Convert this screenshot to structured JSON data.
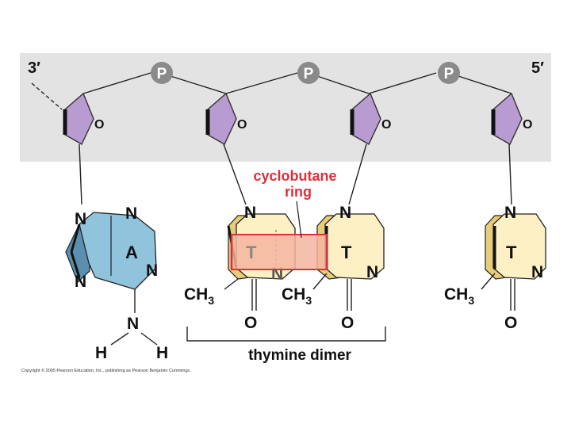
{
  "strand": {
    "end_left": "3′",
    "end_right": "5′",
    "phosphate_label": "P",
    "sugar_ring_oxygen": "O"
  },
  "bases": {
    "adenine": {
      "letter": "A",
      "n_top_left": "N",
      "n_top_right": "N",
      "n_right": "N",
      "n_bottom_left": "N",
      "amine_n": "N",
      "amine_h_left": "H",
      "amine_h_right": "H"
    },
    "thymine_1": {
      "letter": "T",
      "n_top": "N",
      "n_bottom": "N",
      "methyl": "CH",
      "methyl_sub": "3",
      "carbonyl_o": "O"
    },
    "thymine_2": {
      "letter": "T",
      "n_top": "N",
      "n_right": "N",
      "methyl": "CH",
      "methyl_sub": "3",
      "carbonyl_o": "O"
    },
    "thymine_3": {
      "letter": "T",
      "n_top": "N",
      "n_right": "N",
      "methyl": "CH",
      "methyl_sub": "3",
      "carbonyl_o": "O"
    }
  },
  "annotations": {
    "cyclobutane_line1": "cyclobutane",
    "cyclobutane_line2": "ring",
    "dimer_label": "thymine dimer"
  },
  "copyright": "Copyright © 2005 Pearson Education, Inc., publishing as Pearson Benjamin Cummings.",
  "colors": {
    "backbone_band": "#e3e3e3",
    "phosphate": "#8a8a8a",
    "sugar": "#b89bd0",
    "adenine": "#8fc4dc",
    "thymine": "#fdf0c4",
    "thymine_shadow": "#e8cc7a",
    "cyclobutane_fill": "#f5b5a0",
    "cyclobutane_stroke": "#d8323c",
    "annotation_red": "#d8323c"
  }
}
